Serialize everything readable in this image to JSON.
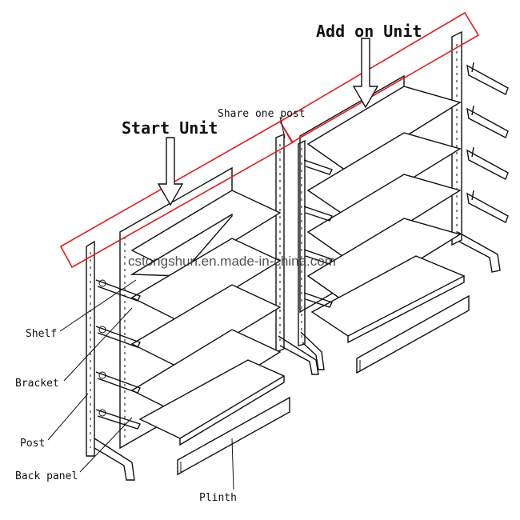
{
  "diagram": {
    "headings": {
      "start_unit": "Start Unit",
      "add_on_unit": "Add on Unit",
      "share_one_post": "Share one post"
    },
    "parts": {
      "shelf": "Shelf",
      "bracket": "Bracket",
      "post": "Post",
      "back_panel": "Back panel",
      "plinth": "Plinth"
    },
    "watermark": "cstongshun.en.made-in-china.com"
  }
}
